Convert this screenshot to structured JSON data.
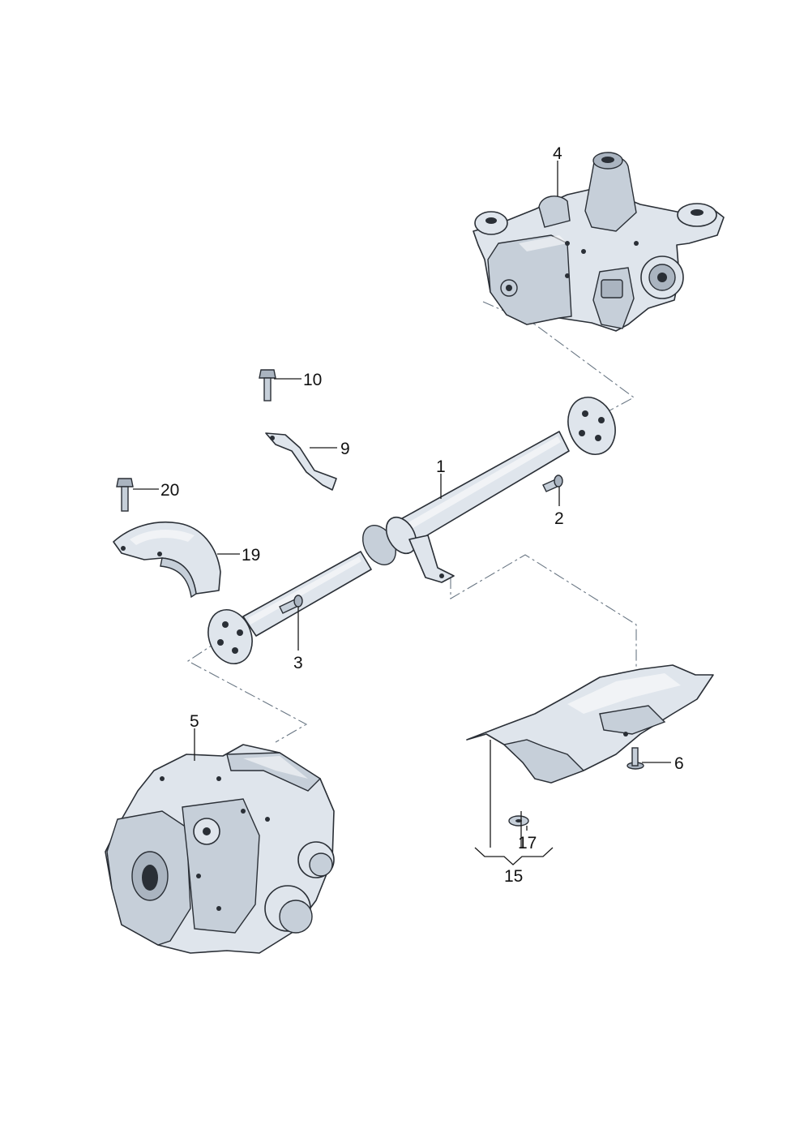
{
  "callouts": {
    "c1": "1",
    "c2": "2",
    "c3": "3",
    "c4": "4",
    "c5": "5",
    "c6": "6",
    "c9": "9",
    "c10": "10",
    "c15": "15",
    "c17": "17",
    "c19": "19",
    "c20": "20"
  }
}
